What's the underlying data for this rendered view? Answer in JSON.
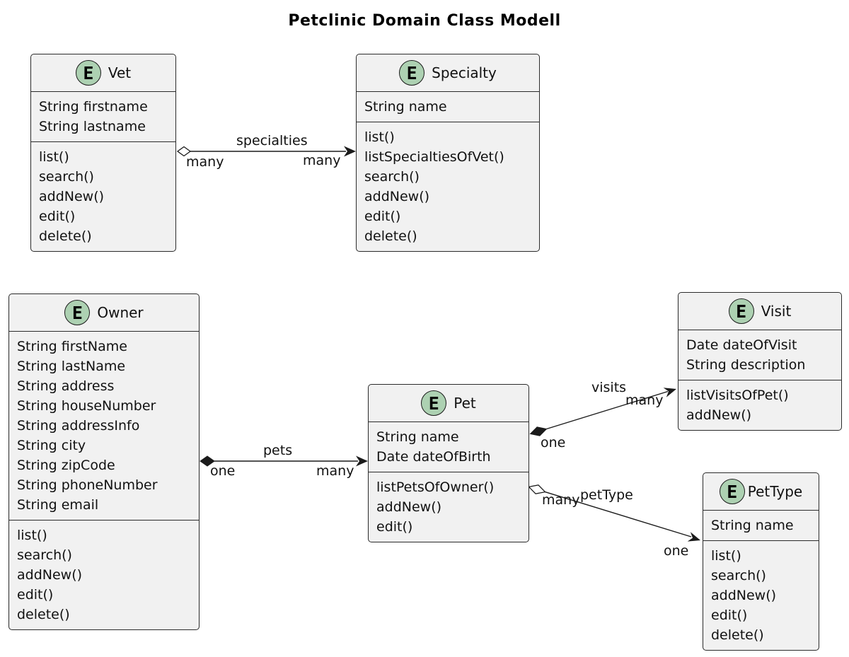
{
  "title": "Petclinic Domain Class Modell",
  "spot_letter": "E",
  "colors": {
    "box_fill": "#F1F1F1",
    "box_border": "#2b2b2b",
    "spot_fill": "#ADD1B2",
    "edge_color": "#1b1b1b"
  },
  "classes": {
    "vet": {
      "name": "Vet",
      "attributes": [
        "String firstname",
        "String lastname"
      ],
      "methods": [
        "list()",
        "search()",
        "addNew()",
        "edit()",
        "delete()"
      ]
    },
    "specialty": {
      "name": "Specialty",
      "attributes": [
        "String name"
      ],
      "methods": [
        "list()",
        "listSpecialtiesOfVet()",
        "search()",
        "addNew()",
        "edit()",
        "delete()"
      ]
    },
    "owner": {
      "name": "Owner",
      "attributes": [
        "String firstName",
        "String lastName",
        "String address",
        "String houseNumber",
        "String addressInfo",
        "String city",
        "String zipCode",
        "String phoneNumber",
        "String email"
      ],
      "methods": [
        "list()",
        "search()",
        "addNew()",
        "edit()",
        "delete()"
      ]
    },
    "pet": {
      "name": "Pet",
      "attributes": [
        "String name",
        "Date dateOfBirth"
      ],
      "methods": [
        "listPetsOfOwner()",
        "addNew()",
        "edit()"
      ]
    },
    "visit": {
      "name": "Visit",
      "attributes": [
        "Date dateOfVisit",
        "String description"
      ],
      "methods": [
        "listVisitsOfPet()",
        "addNew()"
      ]
    },
    "pettype": {
      "name": "PetType",
      "attributes": [
        "String name"
      ],
      "methods": [
        "list()",
        "search()",
        "addNew()",
        "edit()",
        "delete()"
      ]
    }
  },
  "relationships": {
    "vet_specialty": {
      "label": "specialties",
      "source_card": "many",
      "target_card": "many"
    },
    "owner_pet": {
      "label": "pets",
      "source_card": "one",
      "target_card": "many"
    },
    "pet_visit": {
      "label": "visits",
      "source_card": "one",
      "target_card": "many"
    },
    "pet_pettype": {
      "label": "petType",
      "source_card": "many",
      "target_card": "one"
    }
  }
}
